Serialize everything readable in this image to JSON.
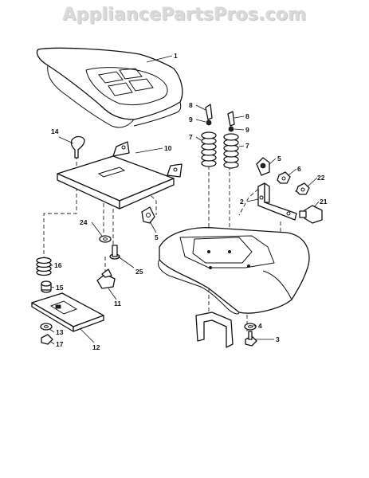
{
  "watermark": "AppliancePartsPros.com",
  "callouts": {
    "c1": "1",
    "c2": "2",
    "c3": "3",
    "c4": "4",
    "c5a": "5",
    "c5b": "5",
    "c6": "6",
    "c7a": "7",
    "c7b": "7",
    "c8a": "8",
    "c8b": "8",
    "c9a": "9",
    "c9b": "9",
    "c10": "10",
    "c11": "11",
    "c12": "12",
    "c13": "13",
    "c14": "14",
    "c15": "15",
    "c16": "16",
    "c17": "17",
    "c21": "21",
    "c22": "22",
    "c24": "24",
    "c25": "25"
  }
}
